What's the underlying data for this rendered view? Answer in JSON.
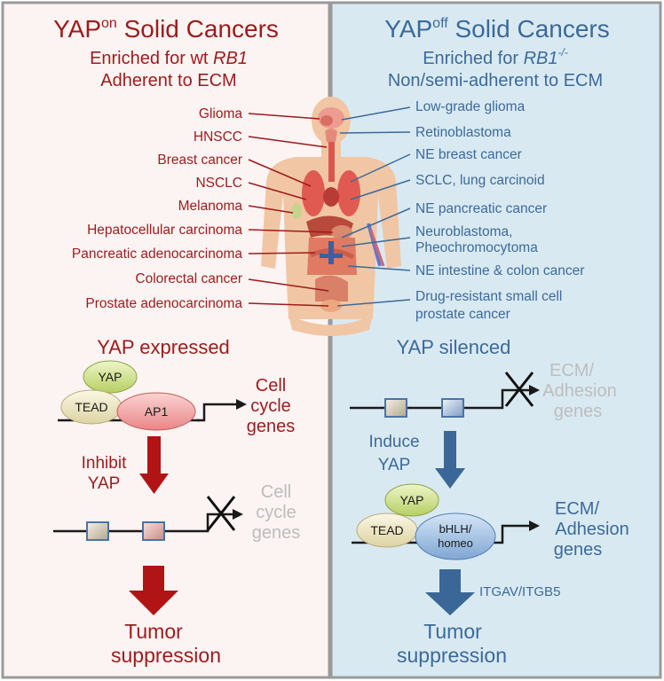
{
  "colors": {
    "left_panel_bg": "#fcf3f3",
    "right_panel_bg": "#d9e9f2",
    "border": "#9a9a9a",
    "red_text": "#9e1b1b",
    "blue_text": "#3b6a9a",
    "gray_text": "#bdbdbd",
    "red_arrow": "#b11414",
    "blue_arrow": "#3a6797",
    "skin": "#f1c6a4"
  },
  "left": {
    "title_main": "YAP",
    "title_sup": "on",
    "title_rest": "Solid Cancers",
    "subtitle1_prefix": "Enriched for wt ",
    "subtitle1_gene": "RB1",
    "subtitle2": "Adherent to ECM",
    "cancers": [
      "Glioma",
      "HNSCC",
      "Breast cancer",
      "NSCLC",
      "Melanoma",
      "Hepatocellular carcinoma",
      "Pancreatic adenocarcinoma",
      "Colorectal cancer",
      "Prostate adenocarcinoma"
    ],
    "state_label": "YAP expressed",
    "yap": "YAP",
    "tead": "TEAD",
    "ap1": "AP1",
    "genes_active": [
      "Cell",
      "cycle",
      "genes"
    ],
    "inhibit": [
      "Inhibit",
      "YAP"
    ],
    "genes_inactive": [
      "Cell",
      "cycle",
      "genes"
    ],
    "outcome": [
      "Tumor",
      "suppression"
    ]
  },
  "right": {
    "title_main": "YAP",
    "title_sup": "off",
    "title_rest": "Solid Cancers",
    "subtitle1_prefix": "Enriched for ",
    "subtitle1_gene": "RB1",
    "subtitle1_sup": "-/-",
    "subtitle2": "Non/semi-adherent to ECM",
    "cancers": [
      "Low-grade glioma",
      "Retinoblastoma",
      "NE breast cancer",
      "SCLC, lung carcinoid",
      "NE pancreatic cancer",
      "Neuroblastoma,",
      "Pheochromocytoma",
      "NE intestine & colon cancer",
      "Drug-resistant small cell",
      "prostate cancer"
    ],
    "state_label": "YAP silenced",
    "genes_inactive": [
      "ECM/",
      "Adhesion",
      "genes"
    ],
    "induce": [
      "Induce",
      "YAP"
    ],
    "yap": "YAP",
    "tead": "TEAD",
    "bhlh": [
      "bHLH/",
      "homeo"
    ],
    "genes_active": [
      "ECM/",
      "Adhesion",
      "genes"
    ],
    "integrins": "ITGAV/ITGB5",
    "outcome": [
      "Tumor",
      "suppression"
    ]
  }
}
